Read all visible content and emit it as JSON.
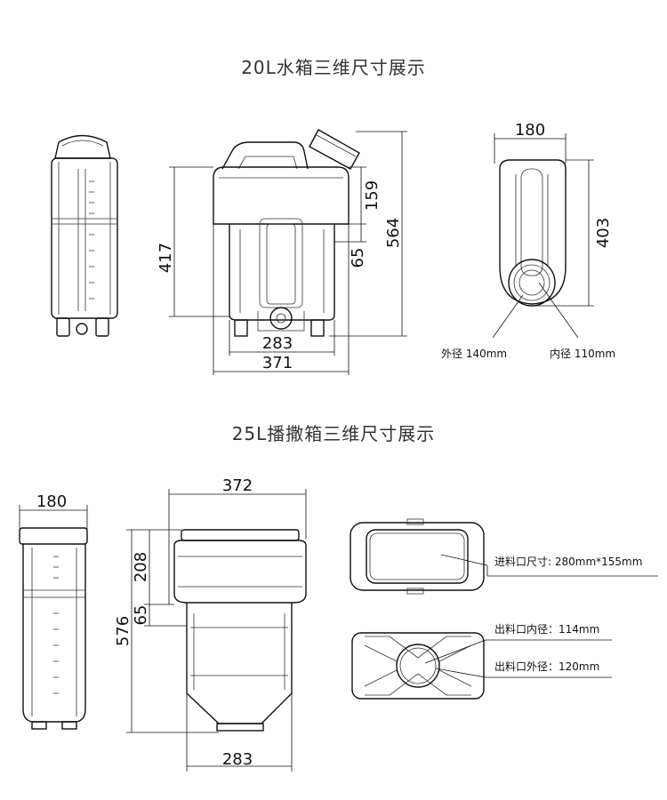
{
  "section1": {
    "title": "20L水箱三维尺寸展示",
    "dims": {
      "front_total_height": "564",
      "front_body_height": "417",
      "front_top_height": "159",
      "front_mid_height": "65",
      "front_inner_width": "283",
      "front_outer_width": "371",
      "side_width": "180",
      "side_height": "403"
    },
    "labels": {
      "outer_diameter": "外径 140mm",
      "inner_diameter": "内径 110mm"
    }
  },
  "section2": {
    "title": "25L播撒箱三维尺寸展示",
    "dims": {
      "side_width": "180",
      "front_top_width": "372",
      "front_top_height": "208",
      "front_mid_height": "65",
      "front_total_height": "576",
      "front_bottom_width": "283"
    },
    "labels": {
      "inlet_size": "进料口尺寸:  280mm*155mm",
      "outlet_inner": "出料口内径：114mm",
      "outlet_outer": "出料口外径：120mm"
    }
  }
}
